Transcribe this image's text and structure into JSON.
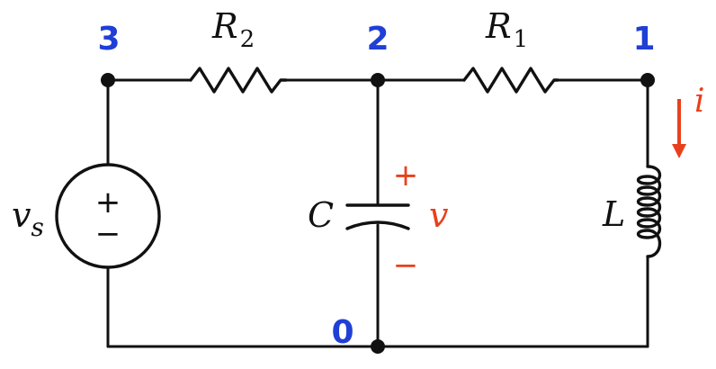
{
  "colors": {
    "wire": "#111111",
    "node_number": "#1f3fd6",
    "annotation": "#e8401c"
  },
  "nodes": {
    "n3": "3",
    "n2": "2",
    "n1": "1",
    "n0": "0"
  },
  "components": {
    "r2": {
      "symbol": "R",
      "subscript": "2"
    },
    "r1": {
      "symbol": "R",
      "subscript": "1"
    },
    "capacitor": {
      "symbol": "C"
    },
    "inductor": {
      "symbol": "L"
    },
    "source": {
      "symbol": "v",
      "subscript": "s",
      "plus": "+",
      "minus": "−"
    }
  },
  "annotations": {
    "voltage_symbol": "v",
    "voltage_plus": "+",
    "voltage_minus": "−",
    "current_symbol": "i"
  }
}
